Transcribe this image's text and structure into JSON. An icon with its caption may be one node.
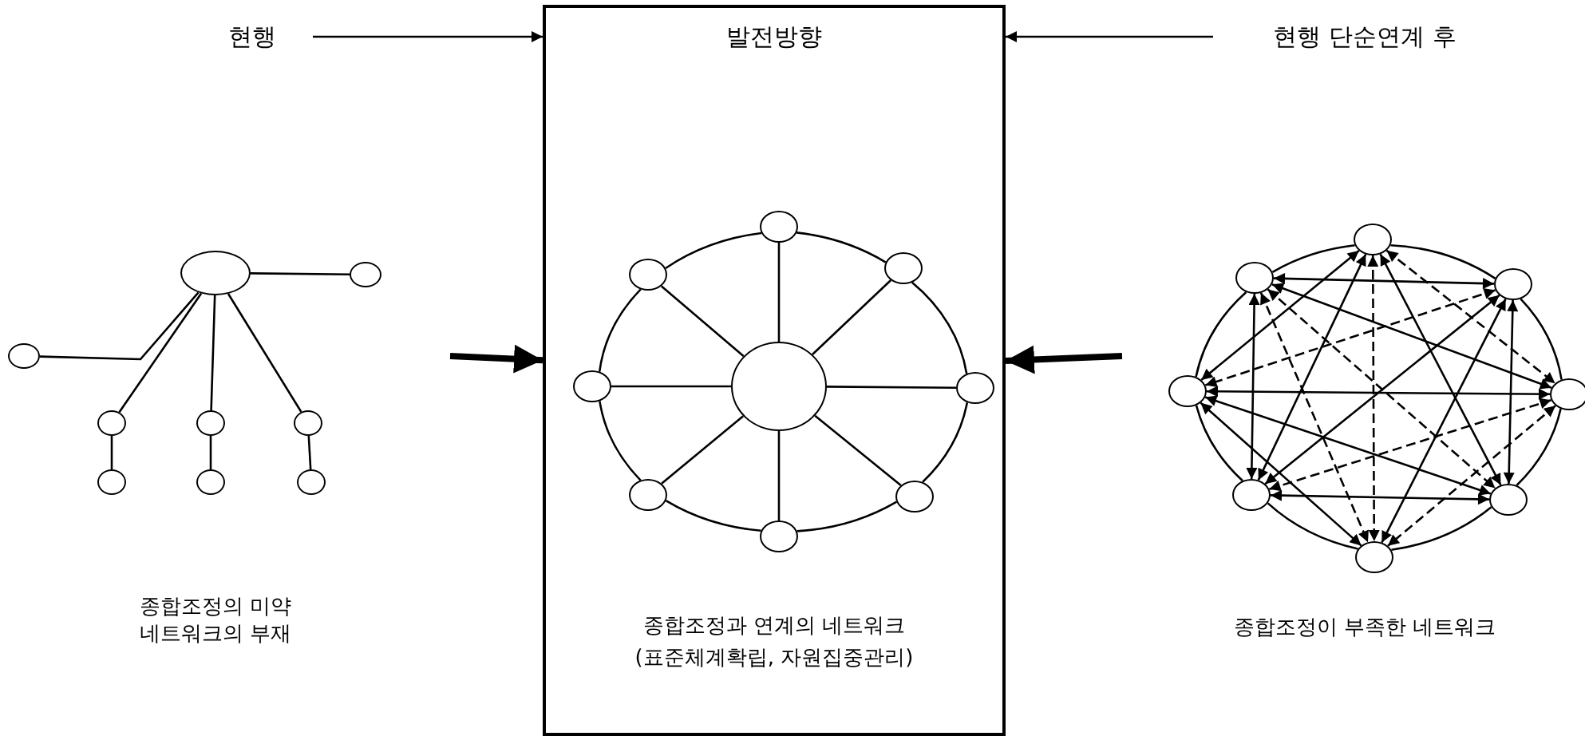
{
  "diagram": {
    "nodes": [
      {
        "text": [
          "현행"
        ]
      },
      {
        "text": [
          "발전방향",
          "종합조정과 연계의 네트워크 (표준체계확립, 자원집중관리)"
        ]
      },
      {
        "text": [
          "현행 단순연계 후"
        ]
      },
      {
        "text": [],
        "shape": "circle"
      },
      {
        "text": [],
        "shape": "circle"
      },
      {
        "text": [],
        "shape": "circle"
      },
      {
        "text": [],
        "shape": "circle"
      },
      {
        "text": [],
        "shape": "circle"
      },
      {
        "text": [],
        "shape": "circle"
      },
      {
        "text": [],
        "shape": "circle"
      },
      {
        "text": [],
        "shape": "circle"
      },
      {
        "text": [],
        "shape": "circle"
      },
      {
        "text": [],
        "shape": "circle",
        "in": 1
      },
      {
        "text": [],
        "shape": "circle",
        "in": 1
      },
      {
        "text": [],
        "shape": "circle",
        "in": 1
      },
      {
        "text": [],
        "shape": "circle",
        "in": 1
      },
      {
        "text": [],
        "shape": "circle",
        "in": 1
      },
      {
        "text": [],
        "shape": "circle",
        "in": 1
      },
      {
        "text": [],
        "shape": "circle",
        "in": 1
      },
      {
        "text": [],
        "shape": "circle",
        "in": 1
      },
      {
        "text": [],
        "shape": "circle",
        "in": 1
      },
      {
        "text": [],
        "shape": "circle"
      },
      {
        "text": [],
        "shape": "circle"
      },
      {
        "text": [],
        "shape": "circle"
      },
      {
        "text": [],
        "shape": "circle"
      },
      {
        "text": [],
        "shape": "circle"
      },
      {
        "text": [],
        "shape": "circle"
      },
      {
        "text": [],
        "shape": "circle"
      },
      {
        "text": [],
        "shape": "circle"
      }
    ],
    "edges": [
      {
        "from": 0,
        "to": 1,
        "arrow": "to"
      },
      {
        "from": 2,
        "to": 1,
        "arrow": "to"
      },
      {
        "from": null,
        "to": 1,
        "arrow": "to",
        "style": "thick"
      },
      {
        "from": null,
        "to": 1,
        "arrow": "to",
        "style": "thick"
      },
      {
        "from": 3,
        "to": 4,
        "arrow": "none"
      },
      {
        "from": 3,
        "to": 5,
        "arrow": "none"
      },
      {
        "from": 3,
        "to": 6,
        "arrow": "none"
      },
      {
        "from": 3,
        "to": 7,
        "arrow": "none"
      },
      {
        "from": 3,
        "to": 8,
        "arrow": "none"
      },
      {
        "from": 6,
        "to": 9,
        "arrow": "none"
      },
      {
        "from": 7,
        "to": 10,
        "arrow": "none"
      },
      {
        "from": 8,
        "to": 11,
        "arrow": "none"
      },
      {
        "from": 16,
        "to": 12,
        "arrow": "none"
      },
      {
        "from": 16,
        "to": 13,
        "arrow": "none"
      },
      {
        "from": 16,
        "to": 14,
        "arrow": "none"
      },
      {
        "from": 16,
        "to": 15,
        "arrow": "none"
      },
      {
        "from": 16,
        "to": 17,
        "arrow": "none"
      },
      {
        "from": 16,
        "to": 18,
        "arrow": "none"
      },
      {
        "from": 16,
        "to": 19,
        "arrow": "none"
      },
      {
        "from": 16,
        "to": 20,
        "arrow": "none"
      },
      {
        "from": 12,
        "to": 14,
        "arrow": "none"
      },
      {
        "from": 14,
        "to": 17,
        "arrow": "none"
      },
      {
        "from": 17,
        "to": 19,
        "arrow": "none"
      },
      {
        "from": 19,
        "to": 20,
        "arrow": "none"
      },
      {
        "from": 20,
        "to": 18,
        "arrow": "none"
      },
      {
        "from": 18,
        "to": 15,
        "arrow": "none"
      },
      {
        "from": 15,
        "to": 13,
        "arrow": "none"
      },
      {
        "from": 13,
        "to": 12,
        "arrow": "none"
      },
      {
        "from": 21,
        "to": 23,
        "arrow": "none"
      },
      {
        "from": 23,
        "to": 25,
        "arrow": "none"
      },
      {
        "from": 25,
        "to": 27,
        "arrow": "none"
      },
      {
        "from": 27,
        "to": 28,
        "arrow": "none"
      },
      {
        "from": 28,
        "to": 26,
        "arrow": "none"
      },
      {
        "from": 26,
        "to": 24,
        "arrow": "none"
      },
      {
        "from": 24,
        "to": 22,
        "arrow": "none"
      },
      {
        "from": 22,
        "to": 21,
        "arrow": "none"
      },
      {
        "from": 21,
        "to": 25,
        "arrow": "both",
        "style": "dashed"
      },
      {
        "from": 21,
        "to": 27,
        "arrow": "both"
      },
      {
        "from": 21,
        "to": 28,
        "arrow": "both",
        "style": "dashed"
      },
      {
        "from": 21,
        "to": 26,
        "arrow": "both"
      },
      {
        "from": 21,
        "to": 24,
        "arrow": "both"
      },
      {
        "from": 23,
        "to": 27,
        "arrow": "both"
      },
      {
        "from": 23,
        "to": 28,
        "arrow": "both"
      },
      {
        "from": 23,
        "to": 26,
        "arrow": "both"
      },
      {
        "from": 23,
        "to": 24,
        "arrow": "both",
        "style": "dashed"
      },
      {
        "from": 22,
        "to": 23,
        "arrow": "both"
      },
      {
        "from": 25,
        "to": 28,
        "arrow": "both",
        "style": "dashed"
      },
      {
        "from": 26,
        "to": 25,
        "arrow": "both",
        "style": "dashed"
      },
      {
        "from": 24,
        "to": 25,
        "arrow": "both"
      },
      {
        "from": 22,
        "to": 25,
        "arrow": "both"
      },
      {
        "from": 26,
        "to": 27,
        "arrow": "both"
      },
      {
        "from": 24,
        "to": 27,
        "arrow": "both"
      },
      {
        "from": 22,
        "to": 27,
        "arrow": "both",
        "style": "dashed"
      },
      {
        "from": 24,
        "to": 28,
        "arrow": "both"
      },
      {
        "from": 22,
        "to": 28,
        "arrow": "both",
        "style": "dashed"
      },
      {
        "from": 22,
        "to": 26,
        "arrow": "both"
      }
    ],
    "labels": [
      "종합조정의 미약 네트워크의 부재",
      "종합조정이 부족한 네트워크"
    ]
  }
}
